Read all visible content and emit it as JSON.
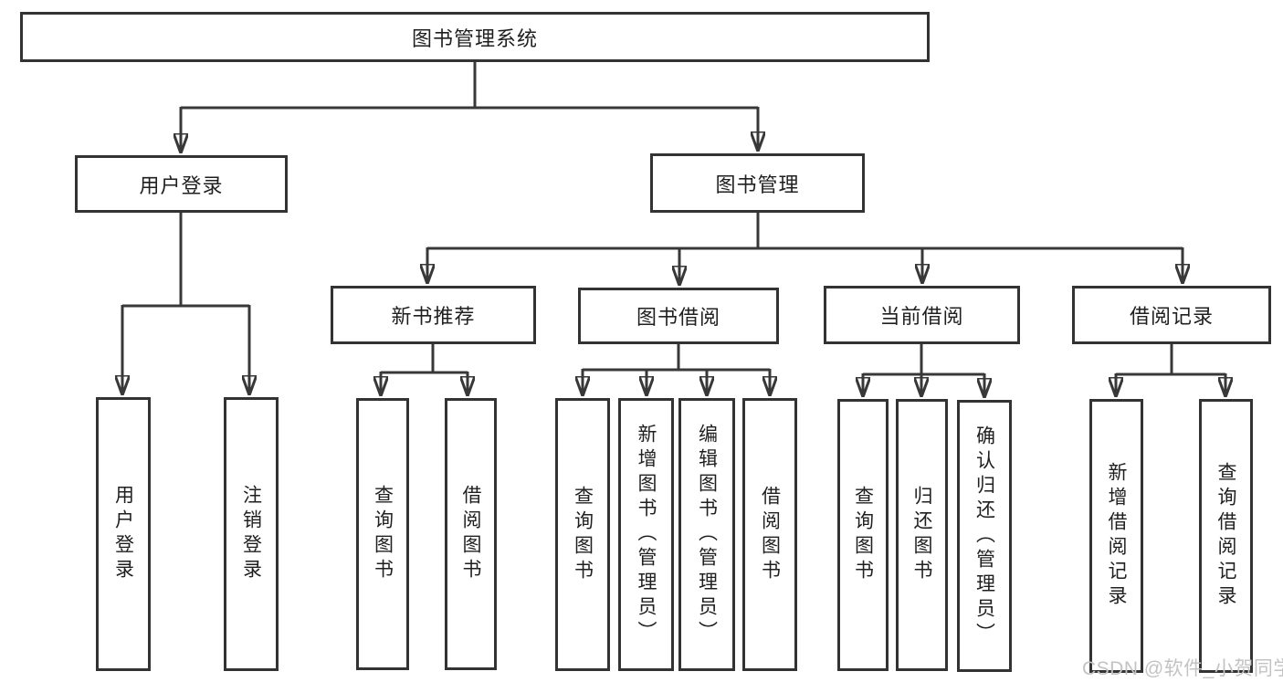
{
  "diagram": {
    "title": "图书管理系统",
    "level2": [
      "用户登录",
      "图书管理"
    ],
    "level3": [
      "新书推荐",
      "图书借阅",
      "当前借阅",
      "借阅记录"
    ],
    "leaves": {
      "user_login": [
        "用户登录",
        "注销登录"
      ],
      "new_book": [
        "查询图书",
        "借阅图书"
      ],
      "book_borrow": [
        "查询图书",
        "新增图书（管理员）",
        "编辑图书（管理员）",
        "借阅图书"
      ],
      "current_borrow": [
        "查询图书",
        "归还图书",
        "确认归还（管理员）"
      ],
      "borrow_records": [
        "新增借阅记录",
        "查询借阅记录"
      ]
    }
  },
  "watermark": {
    "text": "CSDN @软件_小贺同学"
  },
  "colors": {
    "line": "#383838",
    "border": "#333333",
    "text": "#1f1f1f",
    "watermark": "#c3c3c3",
    "background": "#ffffff"
  }
}
